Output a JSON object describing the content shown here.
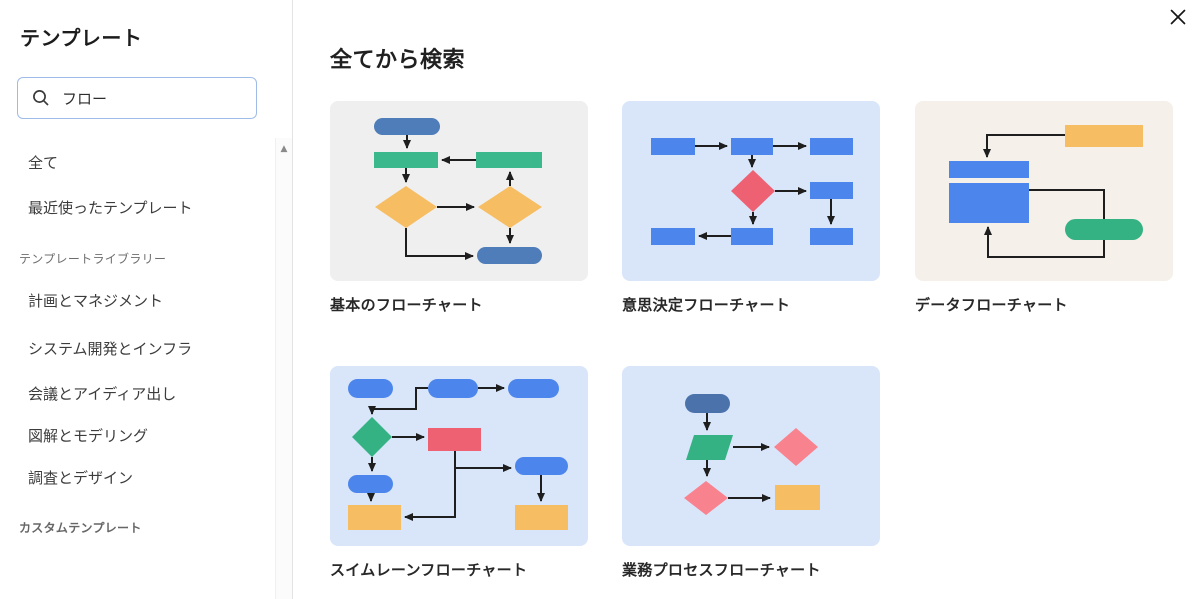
{
  "dialog": {
    "close_icon": "x-icon"
  },
  "sidebar": {
    "title": "テンプレート",
    "search": {
      "value": "フロー",
      "icon": "magnifier"
    },
    "items": [
      {
        "label": "全て"
      },
      {
        "label": "最近使ったテンプレート"
      }
    ],
    "sections": [
      {
        "header": "テンプレートライブラリー",
        "items": [
          "計画とマネジメント",
          "システム開発とインフラ",
          "会議とアイディア出し",
          "図解とモデリング",
          "調査とデザイン"
        ]
      },
      {
        "header": "カスタムテンプレート",
        "items": []
      }
    ],
    "scroll_up_icon": "▲"
  },
  "main": {
    "heading": "全てから検索",
    "templates": [
      {
        "title": "基本のフローチャート",
        "background": "gray"
      },
      {
        "title": "意思決定フローチャート",
        "background": "lightblue"
      },
      {
        "title": "データフローチャート",
        "background": "beige"
      },
      {
        "title": "スイムレーンフローチャート",
        "background": "lightblue"
      },
      {
        "title": "業務プロセスフローチャート",
        "background": "lightblue"
      }
    ]
  },
  "palette": {
    "accent_blue": "#4c86ec",
    "steel_blue": "#4e7db9",
    "dark_blue": "#4b72ab",
    "green": "#3cb98c",
    "green_alt": "#35b283",
    "orange": "#f6bd62",
    "red": "#ee6173",
    "pink": "#f9828f",
    "card_bg_gray": "#f0eff0",
    "card_bg_blue": "#d9e6fa",
    "card_bg_beige": "#f5f0e9",
    "search_border": "#9fbce8",
    "arrow": "#1e1e1e"
  }
}
